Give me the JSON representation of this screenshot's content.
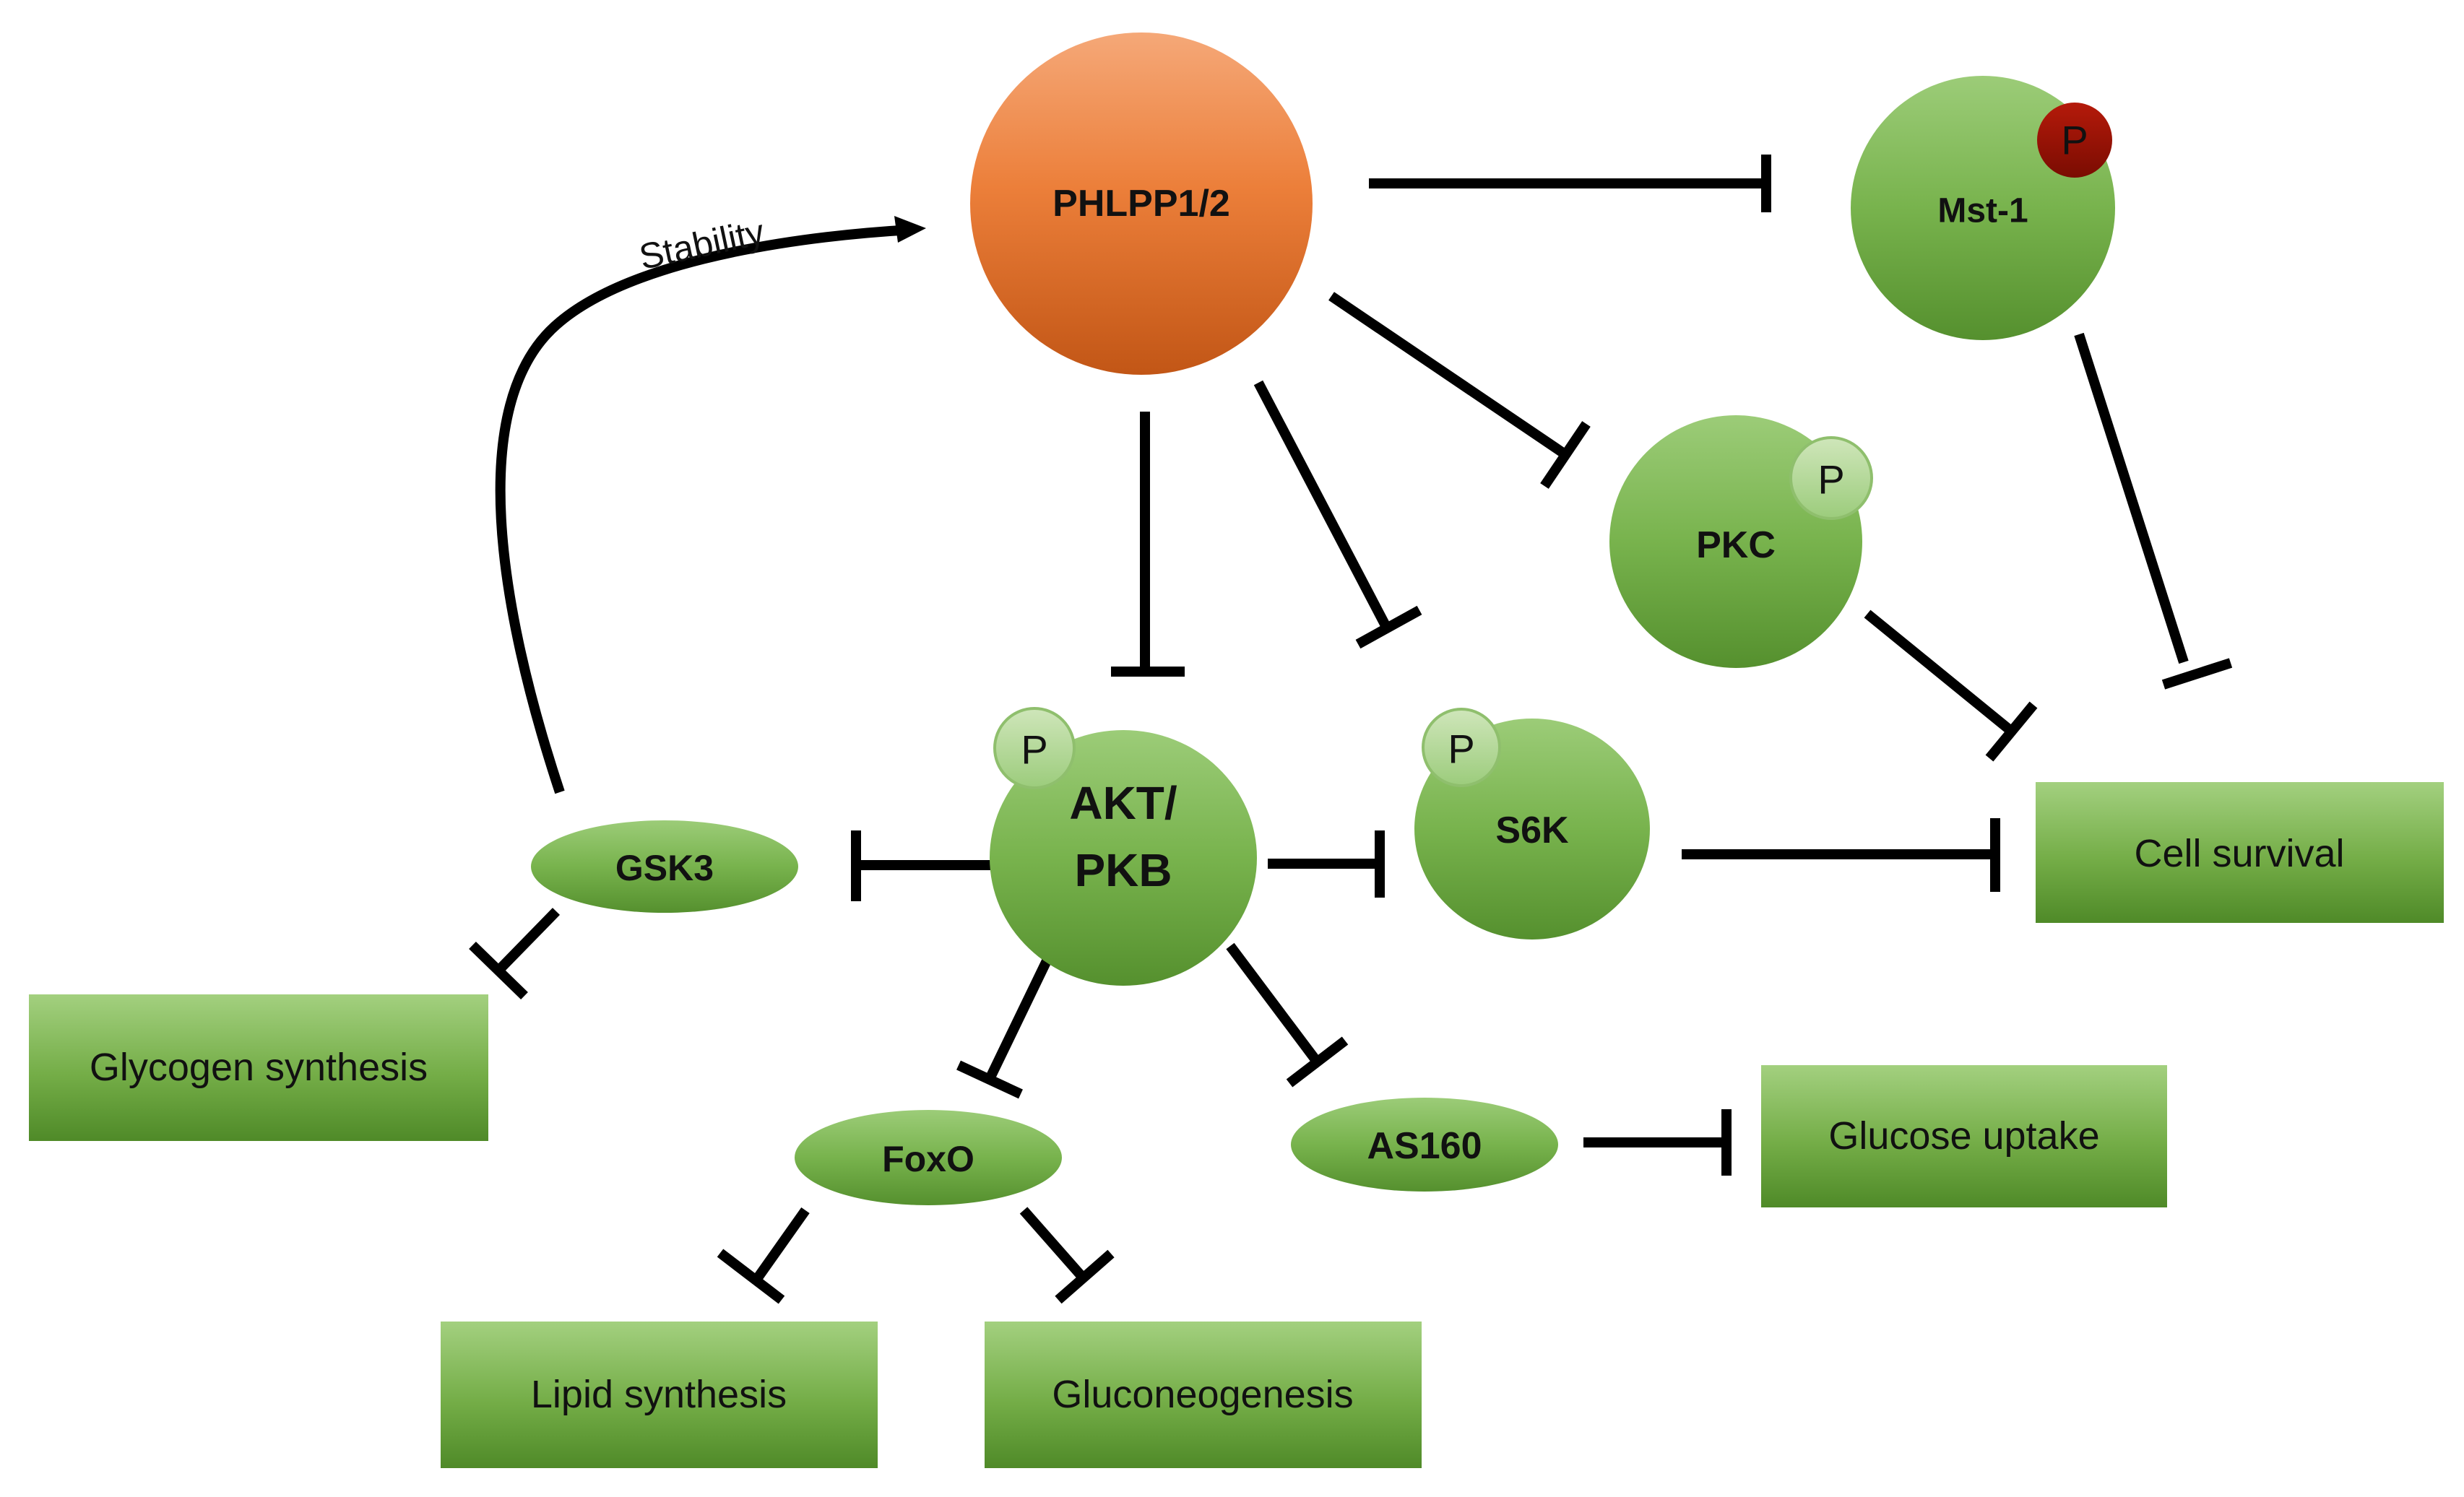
{
  "colors": {
    "phlpp": "#e8732e",
    "node_green": "#72b04a",
    "box_green": "#6aaa3f",
    "p_badge_light": "#b7d89a",
    "p_badge_dark": "#9b1206",
    "line": "#000000"
  },
  "nodes": {
    "phlpp": "PHLPP1/2",
    "mst1": "Mst-1",
    "pkc": "PKC",
    "akt_line1": "AKT/",
    "akt_line2": "PKB",
    "s6k": "S6K",
    "gsk3": "GSK3",
    "foxo": "FoxO",
    "as160": "AS160"
  },
  "phospho_label": "P",
  "outcomes": {
    "cell_survival": "Cell survival",
    "glycogen_synthesis": "Glycogen synthesis",
    "glucose_uptake": "Glucose uptake",
    "lipid_synthesis": "Lipid synthesis",
    "gluconeogenesis": "Gluconeogenesis"
  },
  "edge_labels": {
    "stability": "Stability"
  },
  "edges": [
    {
      "from": "PHLPP1/2",
      "to": "Mst-1",
      "type": "inhibition"
    },
    {
      "from": "PHLPP1/2",
      "to": "AKT/PKB",
      "type": "inhibition"
    },
    {
      "from": "PHLPP1/2",
      "to": "S6K",
      "type": "inhibition"
    },
    {
      "from": "PHLPP1/2",
      "to": "PKC",
      "type": "inhibition"
    },
    {
      "from": "Mst-1",
      "to": "Cell survival",
      "type": "inhibition"
    },
    {
      "from": "PKC",
      "to": "Cell survival",
      "type": "inhibition"
    },
    {
      "from": "S6K",
      "to": "Cell survival",
      "type": "inhibition"
    },
    {
      "from": "AKT/PKB",
      "to": "GSK3",
      "type": "inhibition"
    },
    {
      "from": "AKT/PKB",
      "to": "S6K",
      "type": "inhibition"
    },
    {
      "from": "AKT/PKB",
      "to": "FoxO",
      "type": "inhibition"
    },
    {
      "from": "AKT/PKB",
      "to": "AS160",
      "type": "inhibition"
    },
    {
      "from": "GSK3",
      "to": "Glycogen synthesis",
      "type": "inhibition"
    },
    {
      "from": "GSK3",
      "to": "PHLPP1/2",
      "type": "activation",
      "label": "Stability"
    },
    {
      "from": "AS160",
      "to": "Glucose uptake",
      "type": "inhibition"
    },
    {
      "from": "FoxO",
      "to": "Lipid synthesis",
      "type": "inhibition"
    },
    {
      "from": "FoxO",
      "to": "Gluconeogenesis",
      "type": "inhibition"
    }
  ]
}
